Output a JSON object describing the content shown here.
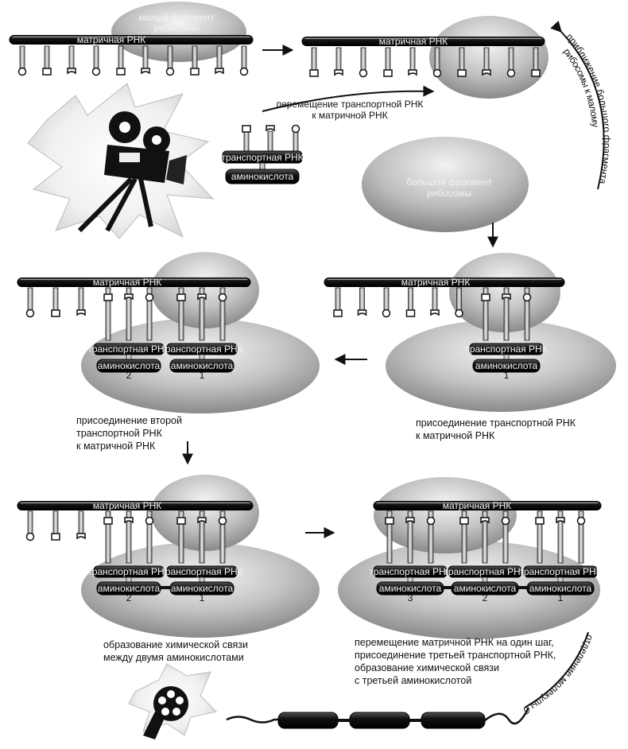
{
  "labels": {
    "mrna": "матричная РНК",
    "trna": "транспортная РНК",
    "aa": "аминокислота",
    "small_fragment": [
      "малый фрагмент",
      "рибосомы"
    ],
    "large_fragment": [
      "большой фрагмент",
      "рибосомы"
    ],
    "trna_move": [
      "перемещение транспортной РНК",
      "к матричной РНК"
    ],
    "approach": [
      "приближение большого фрагмента",
      "рибосомы к малому"
    ],
    "protein_release": "отделение молекулы белка"
  },
  "numbers": [
    "1",
    "2",
    "3"
  ],
  "captions": {
    "step_trna1": [
      "присоединение транспортной РНК",
      "к матричной РНК"
    ],
    "step_trna2": [
      "присоединение второй",
      "транспортной РНК",
      "к матричной РНК"
    ],
    "step_bond": [
      "образование химической связи",
      "между двумя аминокислотами"
    ],
    "step_shift": [
      "перемещение матричной РНК на один шаг,",
      "присоединение третьей транспортной РНК,",
      "образование химической связи",
      "с третьей аминокислотой"
    ]
  },
  "icons": [
    "film-camera-icon",
    "film-reel-icon"
  ],
  "colors": {
    "ink": "#111111",
    "blob_light": "#eeeeee",
    "blob_dark": "#8a8a8a"
  }
}
